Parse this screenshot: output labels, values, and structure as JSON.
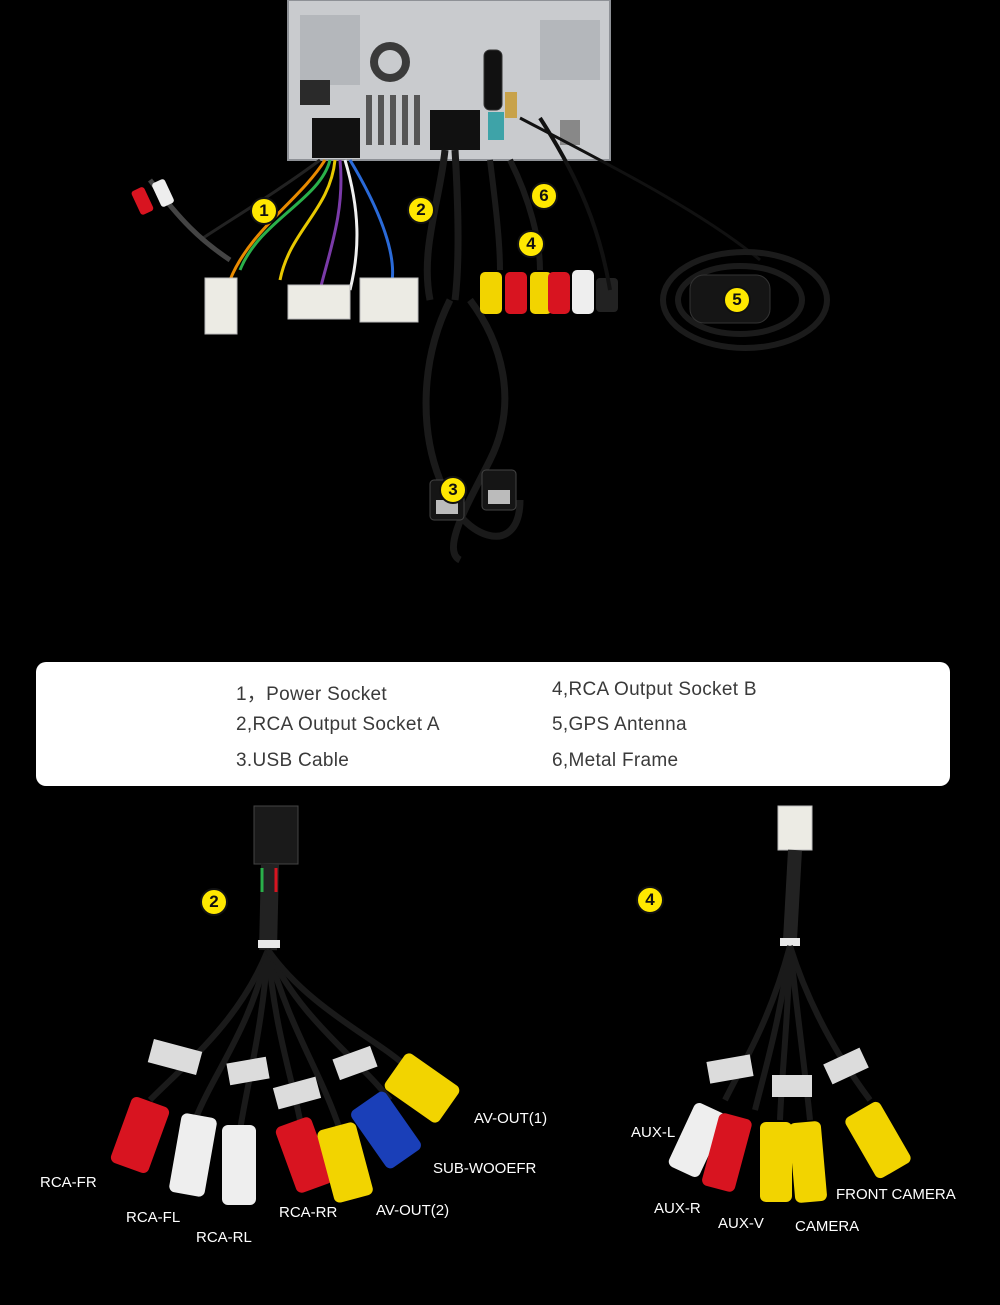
{
  "callouts_top": [
    "1",
    "2",
    "3",
    "4",
    "5",
    "6"
  ],
  "legend": {
    "items": [
      "1，Power Socket",
      "2,RCA Output Socket A",
      "3.USB Cable",
      "4,RCA Output Socket B",
      "5,GPS Antenna",
      "6,Metal Frame"
    ]
  },
  "harness_a": {
    "callout": "2",
    "labels": [
      "AV-OUT(1)",
      "SUB-WOOEFR",
      "RCA-FR",
      "RCA-FL",
      "RCA-RL",
      "RCA-RR",
      "AV-OUT(2)"
    ]
  },
  "harness_b": {
    "callout": "4",
    "labels": [
      "AUX-L",
      "AUX-R",
      "AUX-V",
      "CAMERA",
      "FRONT CAMERA"
    ]
  },
  "colors": {
    "background": "#000000",
    "callout_fill": "#ffe800",
    "rca_red": "#d81420",
    "rca_white": "#eeeeee",
    "rca_yellow": "#f2d400",
    "rca_blue": "#1a3fb8",
    "legend_bg": "#ffffff",
    "legend_text": "#3a3a3a"
  }
}
